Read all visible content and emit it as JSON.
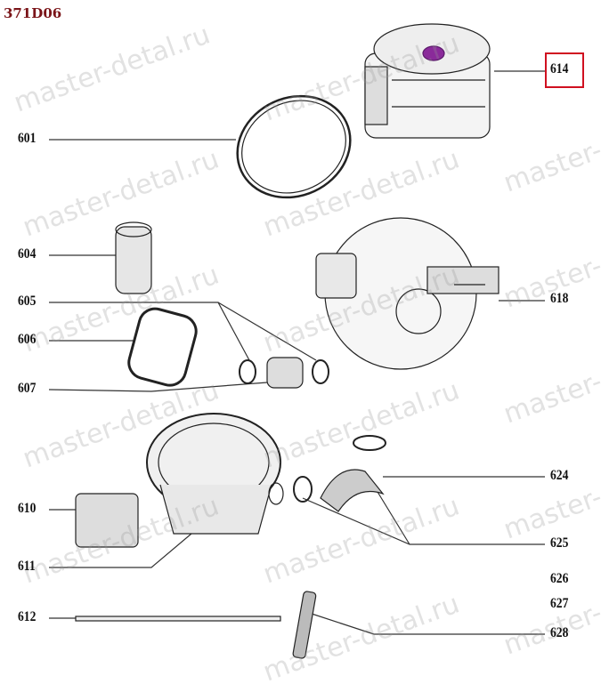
{
  "diagram_code": "371D06",
  "watermark": "master-detal.ru",
  "highlighted_part": "614",
  "parts": {
    "p601": "601",
    "p604": "604",
    "p605": "605",
    "p606": "606",
    "p607": "607",
    "p610": "610",
    "p611": "611",
    "p612": "612",
    "p614": "614",
    "p618": "618",
    "p624": "624",
    "p625": "625",
    "p626": "626",
    "p627": "627",
    "p628": "628"
  },
  "colors": {
    "code": "#7a1418",
    "highlight_box": "#d01020",
    "accent_purple": "#8a2a9a"
  }
}
